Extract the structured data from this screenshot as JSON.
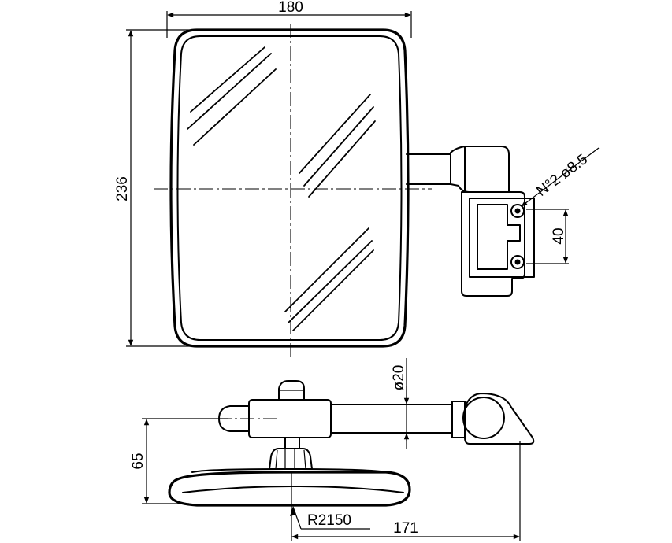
{
  "dimensions": {
    "width_top": "180",
    "height_left": "236",
    "hole_spacing": "40",
    "holes_note": "N°2 ø8.5",
    "arm_diameter": "ø20",
    "height_bottom": "65",
    "radius": "R2150",
    "depth_bottom": "171"
  }
}
